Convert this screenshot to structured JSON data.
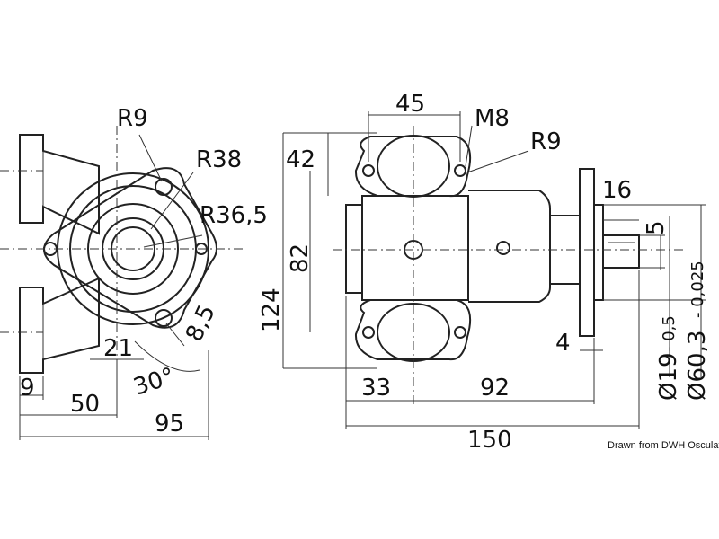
{
  "front_view": {
    "labels": {
      "r9": "R9",
      "r38": "R38",
      "r36_5": "R36,5",
      "d8_5": "8,5",
      "d21": "21",
      "angle30": "30°",
      "d9": "9",
      "d50": "50",
      "d95": "95"
    }
  },
  "side_view": {
    "labels": {
      "d45": "45",
      "m8": "M8",
      "r9": "R9",
      "d42": "42",
      "d82": "82",
      "d124": "124",
      "d16": "16",
      "d5": "5",
      "d4": "4",
      "d33": "33",
      "d92": "92",
      "d150": "150",
      "dia19": "Ø19",
      "tol19": "- 0,5",
      "dia60": "Ø60,3",
      "tol60": "- 0,025"
    }
  },
  "credit": "Drawn from DWH Osculati Srl"
}
